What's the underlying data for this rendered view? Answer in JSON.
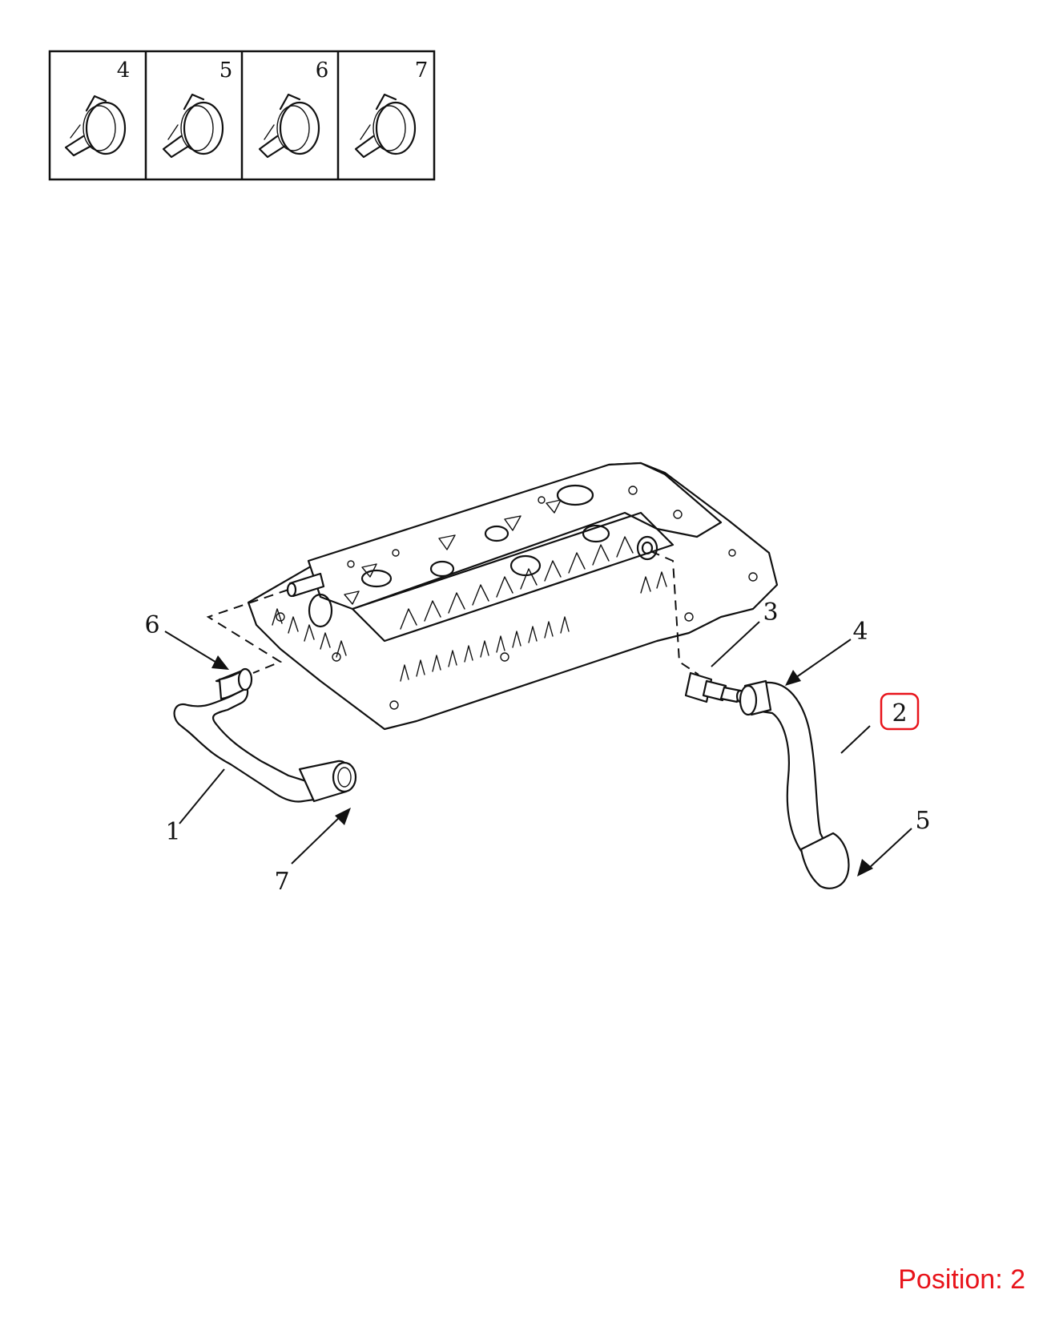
{
  "inset_labels": [
    "4",
    "5",
    "6",
    "7"
  ],
  "callouts": {
    "c1": "1",
    "c2": "2",
    "c3": "3",
    "c4": "4",
    "c5": "5",
    "c6": "6",
    "c7": "7"
  },
  "highlighted_callout": "2",
  "position_label": "Position: 2",
  "colors": {
    "highlight": "#e8141b",
    "line": "#111111"
  }
}
